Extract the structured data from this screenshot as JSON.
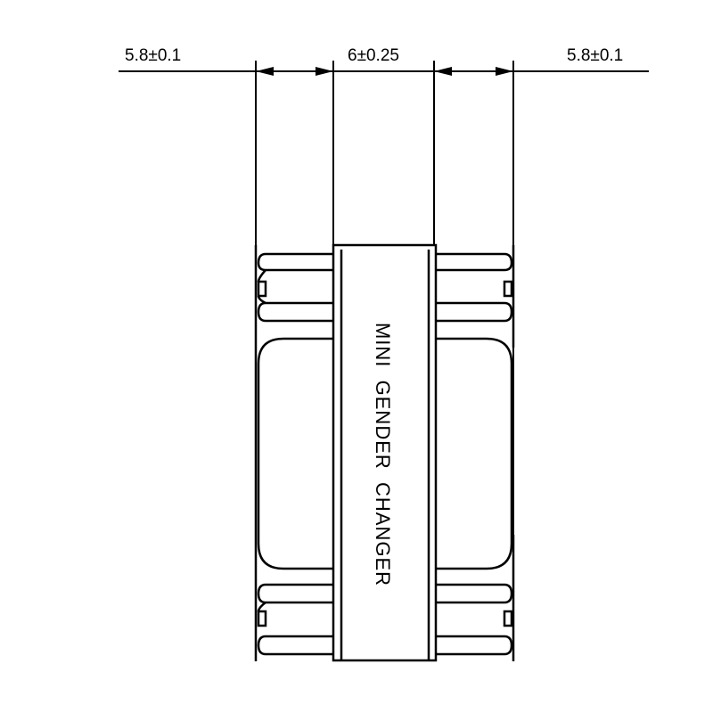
{
  "dimensions": {
    "left": "5.8±0.1",
    "center": "6±0.25",
    "right": "5.8±0.1"
  },
  "part_label": "MINI  GENDER  CHANGER",
  "colors": {
    "line": "#000000",
    "background": "#ffffff"
  }
}
